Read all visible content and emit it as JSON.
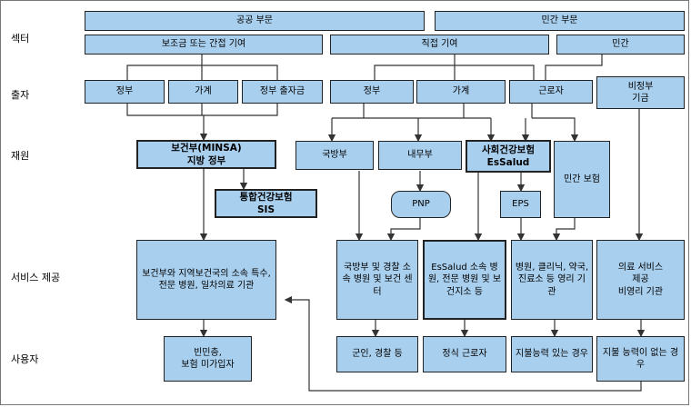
{
  "row_labels": {
    "sector": "섹터",
    "contribution": "출자",
    "financing": "재원",
    "service": "서비스 제공",
    "user": "사용자"
  },
  "sector": {
    "public": "공공 부문",
    "private": "민간 부문",
    "subsidy": "보조금 또는 간접 기여",
    "direct": "직접 기여",
    "private_only": "민간"
  },
  "contribution": {
    "gov1": "정부",
    "household1": "가계",
    "gov_contribution": "정부 출자금",
    "gov2": "정부",
    "household2": "가계",
    "worker": "근로자",
    "ngo": "비정부\n기금"
  },
  "financing": {
    "minsa": "보건부(MINSA)\n지방 정부",
    "sis": "통합건강보험\nSIS",
    "defense": "국방부",
    "interior": "내무부",
    "essalud": "사회건강보험\nEsSalud",
    "private_insurance": "민간 보험",
    "pnp": "PNP",
    "eps": "EPS"
  },
  "service": {
    "minsa_facilities": "보건부와 지역보건국의 소속 특수, 전문 병원, 일차의료 기관",
    "defense_police": "국방부 및 경찰 소속 병원 및 보건 센터",
    "essalud_facilities": "EsSalud 소속 병원, 전문 병원 및 보건지소 등",
    "private_facilities": "병원, 클리닉, 약국, 진료소 등 영리 기관",
    "nonprofit": "의료 서비스\n제공\n비영리 기관"
  },
  "users": {
    "poor": "빈민층,\n보험 미가입자",
    "military_police": "군인, 경찰 등",
    "formal_workers": "정식 근로자",
    "can_pay": "지불능력 있는 경우",
    "cannot_pay": "지불 능력이 없는 경우"
  },
  "colors": {
    "box_fill": "#a9cfee",
    "border": "#222222",
    "line": "#333333"
  }
}
